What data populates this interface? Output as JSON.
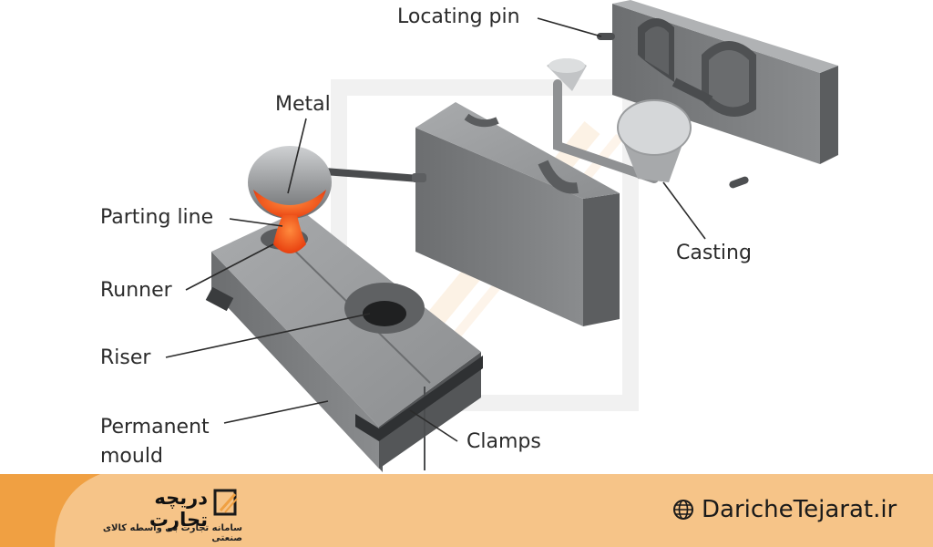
{
  "labels": {
    "locating_pin": "Locating pin",
    "metal": "Metal",
    "parting_line": "Parting line",
    "runner": "Runner",
    "riser": "Riser",
    "permanent_line1": "Permanent",
    "permanent_line2": "mould",
    "clamps": "Clamps",
    "casting": "Casting"
  },
  "footer": {
    "brand_name": "دریچه تجارت",
    "brand_tagline": "سامانه تجارت بی واسطه کالای صنعتی",
    "website": "DaricheTejarat.ir",
    "website_icon": "globe-icon",
    "logo_icon": "brand-logo-icon"
  },
  "colors": {
    "footer_bg": "#f6c488",
    "footer_accent": "#f0a042",
    "molten_metal": "#ff5a1f"
  }
}
